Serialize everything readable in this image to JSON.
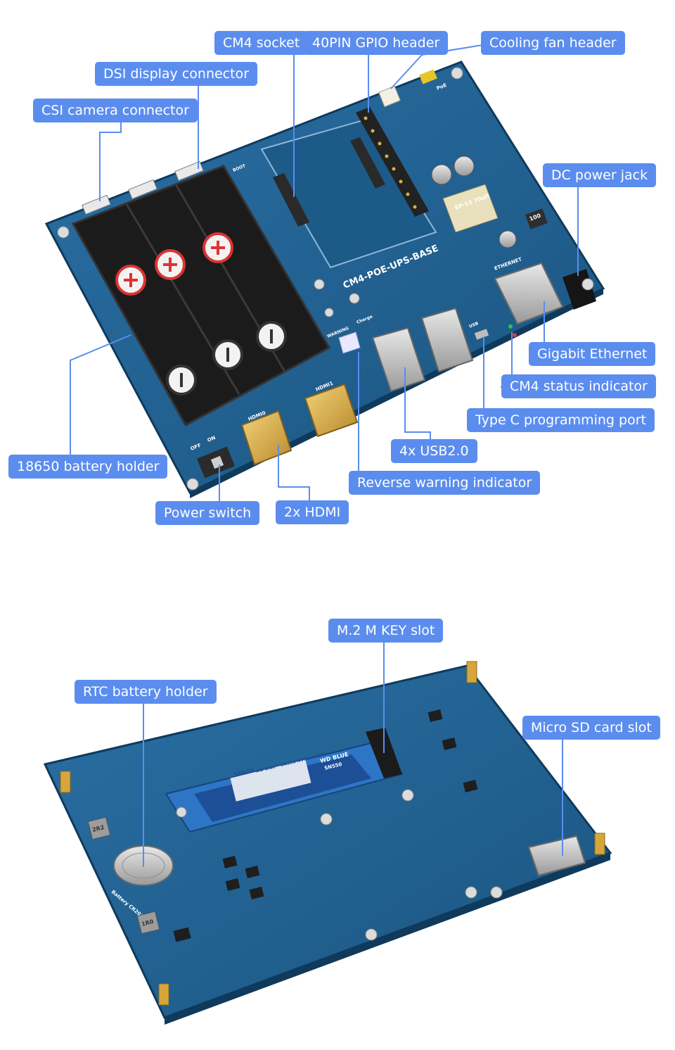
{
  "top_board": {
    "silkscreen": {
      "board_name": "CM4-POE-UPS-BASE",
      "ethernet": "ETHERNET",
      "hdmi0": "HDMI0",
      "hdmi1": "HDMI1",
      "boot": "BOOT",
      "off": "OFF",
      "on": "ON",
      "warning": "WARNING",
      "charge": "Charge",
      "usb": "USB",
      "poe": "PoE",
      "inductor": "100",
      "transformer": "EP-13 70uH"
    },
    "labels": {
      "cm4_socket": "CM4 socket",
      "gpio_header": "40PIN GPIO header",
      "fan_header": "Cooling fan header",
      "dsi": "DSI display connector",
      "csi": "CSI camera connector",
      "dc_jack": "DC power jack",
      "ethernet": "Gigabit Ethernet",
      "status_led": "CM4 status indicator",
      "typec": "Type C programming port",
      "usb": "4x USB2.0",
      "battery_holder": "18650 battery holder",
      "reverse_warning": "Reverse warning indicator",
      "power_switch": "Power switch",
      "hdmi": "2x HDMI"
    }
  },
  "bottom_board": {
    "silkscreen": {
      "ssd_capacity": "500GB",
      "ssd_line": "WD Blue™ SN550 NVMe™ SSD",
      "ssd_brand": "WD BLUE",
      "ssd_model": "SN550",
      "inductor_1": "2R2",
      "inductor_2": "1R0",
      "battery": "Battery CR2032"
    },
    "labels": {
      "m2": "M.2 M KEY slot",
      "rtc": "RTC battery holder",
      "sd": "Micro SD card slot"
    }
  },
  "colors": {
    "callout": "#5b8def",
    "leader_line": "#5b8def",
    "pcb": "#1f5f8f",
    "pcb_dark": "#164a72",
    "battery_holder": "#1b1b1b",
    "ssd": "#1d4f97"
  }
}
